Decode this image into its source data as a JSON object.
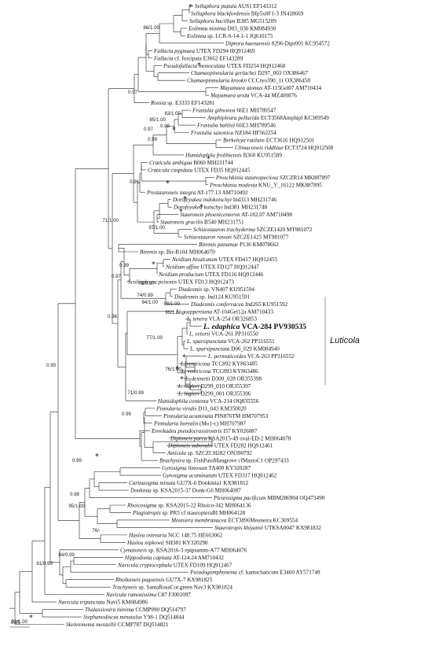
{
  "figure": {
    "clade_label": "Luticola",
    "scale_label": "0.05"
  },
  "leaves": [
    {
      "i": "Sellaphora pupula",
      "r": " AUS1 EF143312"
    },
    {
      "i": "Sellaphora blackfordensis",
      "r": " Bfp5x8F1-3 JN418669"
    },
    {
      "i": "Sellaphora bacillum",
      "r": " B385 MG515209"
    },
    {
      "i": "Eolimna minima",
      "r": " D03_030 KM084930"
    },
    {
      "i": "Eolimna",
      "r": " sp. LCR-S-14-1-1 JQ610175"
    },
    {
      "i": "Diprora haenaensis",
      "r": " 8296-Dipr001 KC954572"
    },
    {
      "i": "Fallacia pygmaea",
      "r": " UTEX FD294 HQ912469"
    },
    {
      "i": "Fallacia",
      "r": " cf. forcipata E3662 EF143289"
    },
    {
      "i": "Pseudofallacia monoculata",
      "r": " UTEX FD254 HQ912460"
    },
    {
      "i": "Chamaepinnularia gerlachei",
      "r": " D297_003 OX386467"
    },
    {
      "i": "Chamaepinnularia krookii",
      "r": " CCCryo390_11 OX386458"
    },
    {
      "i": "Mayamaea atomus",
      "r": " AT-115Gel07 AM710434"
    },
    {
      "i": "Mayamaea arida",
      "r": " VCA-44 MZ400876"
    },
    {
      "i": "Rossia",
      "r": " sp. E3333 EF143281"
    },
    {
      "i": "Frustulia gibsonea",
      "r": " 66E1 MH789547"
    },
    {
      "i": "Amphipleura pellucida",
      "r": " ECT3568Amphipl KC309549"
    },
    {
      "i": "Frustulia bahlsii",
      "r": " 66E3 MH789546"
    },
    {
      "i": "Frustulia saxonica",
      "r": " NZ184 HF562254"
    },
    {
      "i": "Berkeleya rutilans",
      "r": " ECT3616 HQ912501"
    },
    {
      "i": "Climaconeis riddleae",
      "r": " ECT3724 HQ912508"
    },
    {
      "i": "Humidophila frolihiensis",
      "r": " B360 KU951589"
    },
    {
      "i": "Craticula ambigua",
      "r": " B060 MH231744"
    },
    {
      "i": "Craticula cuspidata",
      "r": " UTEX FD35 HQ912445"
    },
    {
      "i": "Proschkinia staurospeciosa",
      "r": " SZCZR14 MK887897"
    },
    {
      "i": "Proschkinia modesta",
      "r": " KNU_Y_16122 MK887895"
    },
    {
      "i": "Prestauroneis integra",
      "r": " AT-177.13 AM710492"
    },
    {
      "i": "Dorofeyukea indokotschyi",
      "r": " Ind313 MH231746"
    },
    {
      "i": "Dorofeyukea kotschyi",
      "r": " Ind381 MH231748"
    },
    {
      "i": "Stauroneis phoenicenteron",
      "r": " AT-182.07 AM710498"
    },
    {
      "i": "Stauroneis gracilis",
      "r": " B540 MH231751"
    },
    {
      "i": "Schizostauron trachyderma",
      "r": " SZCZE1420 MT981072"
    },
    {
      "i": "Schizostauron rawaii",
      "r": " SZCZE1425 MT981077"
    },
    {
      "i": "Biremis panamae",
      "r": " P136 KM078662"
    },
    {
      "i": "Biremis",
      "r": " sp. Bir-B104 MH064070"
    },
    {
      "i": "Neidium bisulcatum",
      "r": " UTEX FD417 HQ912455"
    },
    {
      "i": "Neidium affine",
      "r": " UTEX FD127 HQ912447"
    },
    {
      "i": "Neidium productum",
      "r": " UTEX FD116 HQ912446"
    },
    {
      "i": "Scoliopleura peisonis",
      "r": " UTEX FD13 HQ912473"
    },
    {
      "i": "Diadesmis",
      "r": " sp. VN407 KU951594"
    },
    {
      "i": "Diadesmis",
      "r": " sp. Ind124 KU951591"
    },
    {
      "i": "Diadesmis confervacea",
      "r": " Ind265 KU951592"
    },
    {
      "i": "L. goeppertiana",
      "r": " AT-104Gel12a AM710433"
    },
    {
      "i": "L. tenera",
      "r": " VLA-254 OR326853"
    },
    {
      "i": "L. edaphica",
      "r": " VCA-284 PV930535"
    },
    {
      "i": "L. ectorii",
      "r": " VCA-261 PP316550"
    },
    {
      "i": "L. sparsipunctata",
      "r": " VCA-262 PP316551"
    },
    {
      "i": "L. sparsipunctata",
      "r": " D06_029 KM084940"
    },
    {
      "i": "L. permuticoides",
      "r": " VCA-263 PP316552"
    },
    {
      "i": "L. ventricosa",
      "r": " TCC892 KY863485"
    },
    {
      "i": "L. ventricosa",
      "r": " TCC893 KY863486"
    },
    {
      "i": "L. desmetii",
      "r": " D300_028 OR355398"
    },
    {
      "i": "L. higleri",
      "r": " D299_010 OR355397"
    },
    {
      "i": "L. higleri",
      "r": " D299_001 OR355396"
    },
    {
      "i": "Humidophila contenta",
      "r": " VCA-214 OQ835556"
    },
    {
      "i": "Pinnularia viridis",
      "r": " D11_043 KM350020"
    },
    {
      "i": "Pinnularia acuminata",
      "r": " PIN876TM HM707953"
    },
    {
      "i": "Pinnularia borealis",
      "r": " (Mo1-c) MH707987"
    },
    {
      "i": "Envekadea pseudocrassirostris",
      "r": " I57 KY026087"
    },
    {
      "i": "Diploneis parca",
      "r": " KSA2015-49 oval-ED-2 MH064078"
    },
    {
      "i": "Diploneis subovalis",
      "r": " UTEX FD282 HQ912461"
    },
    {
      "i": "Amicula",
      "r": " sp. SZCZCH282 ON390792"
    },
    {
      "i": "Brachysira",
      "r": " sp. FishPassMangrove cfMastoC1 OP297433"
    },
    {
      "i": "Gyrosigma limosum",
      "r": " TA400 KY320287"
    },
    {
      "i": "Gyrosigma acuminatum",
      "r": " UTEX FD317 HQ912462"
    },
    {
      "i": "Carinasigma minuta",
      "r": " GU7X-6 Donkinia1 KX981812"
    },
    {
      "i": "Donkinia",
      "r": " sp. KSA2015-37 Donk-G6 MH064087"
    },
    {
      "i": "Pleurosigma pacificum",
      "r": " MBM286904 OQ473490"
    },
    {
      "i": "Rhoicosigma",
      "r": " sp. KSA2015-22 Rhoico-J42 MH064136"
    },
    {
      "i": "Plagiotropis",
      "r": " sp. PR5 cf stauropteraBI MH064128"
    },
    {
      "i": "Meuniera membranacea",
      "r": " ECT3896Meuneira KC309554"
    },
    {
      "i": "Staurotropis khiyamii",
      "r": " UTKSA0047 KX981832"
    },
    {
      "i": "Haslea ostrearia",
      "r": " NCC 148.75 HE663062"
    },
    {
      "i": "Haslea nipkowii",
      "r": " SH381 KY320290"
    },
    {
      "i": "Cymatoneis",
      "r": " sp. KSA2016-3 epipsamm-A77 MH064076"
    },
    {
      "i": "Hippodonta capitata",
      "r": " AT-124.24 AM710432"
    },
    {
      "i": "Navicula cryptocephala",
      "r": " UTEX FD109 HQ912467"
    },
    {
      "i": "Pseudogomphonema",
      "r": " cf. kamschaticum E3460 AY571748"
    },
    {
      "i": "Rhoikoneis pagoensis",
      "r": " GU7X-7 KX981825"
    },
    {
      "i": "Trachyneis",
      "r": " sp. SantaRosaCor.green Nav3 KX981824"
    },
    {
      "i": "Navicula ramosissima",
      "r": " C87 FJ002097"
    },
    {
      "i": "Navicula tripunctata",
      "r": " Navi5 KM084986"
    },
    {
      "i": "Thalassiosira minima",
      "r": " CCMP990 DQ514797"
    },
    {
      "i": "Stephanodiscus minutulus",
      "r": " Y98-1 DQ514844"
    },
    {
      "i": "Skeletonema menzellii",
      "r": " CCMP787 DQ514821"
    }
  ],
  "node_labels": [
    {
      "t": "86/1.00"
    },
    {
      "t": "0.97"
    },
    {
      "t": "0.98"
    },
    {
      "t": "83/1.00"
    },
    {
      "t": "85/1.00"
    },
    {
      "t": "0.97"
    },
    {
      "t": "0.99"
    },
    {
      "t": "0.96"
    },
    {
      "t": "97/1.00"
    },
    {
      "t": "0.99"
    },
    {
      "t": "78/0.97"
    },
    {
      "t": "74/0.99"
    },
    {
      "t": "94/1.00"
    },
    {
      "t": "98/1.00"
    },
    {
      "t": "95/1.00"
    },
    {
      "t": "77/1.00"
    },
    {
      "t": "76/1.00"
    },
    {
      "t": "71/1.00"
    },
    {
      "t": "0.97"
    },
    {
      "t": "0.96"
    },
    {
      "t": "71/0.99"
    },
    {
      "t": "0.99"
    },
    {
      "t": "0.99"
    },
    {
      "t": "0.99"
    },
    {
      "t": "0.98"
    },
    {
      "t": "95/1.00"
    },
    {
      "t": "76/-"
    },
    {
      "t": "81/0.99"
    },
    {
      "t": "84/0.99"
    },
    {
      "t": "93/1.00"
    }
  ],
  "support_markers": [
    {
      "t": "*"
    },
    {
      "t": "*"
    },
    {
      "t": "*"
    },
    {
      "t": "*"
    },
    {
      "t": "*"
    },
    {
      "t": "*"
    },
    {
      "t": "*"
    },
    {
      "t": "*"
    },
    {
      "t": "*"
    },
    {
      "t": "*"
    },
    {
      "t": "*"
    },
    {
      "t": "*"
    },
    {
      "t": "*"
    },
    {
      "t": "*"
    }
  ]
}
